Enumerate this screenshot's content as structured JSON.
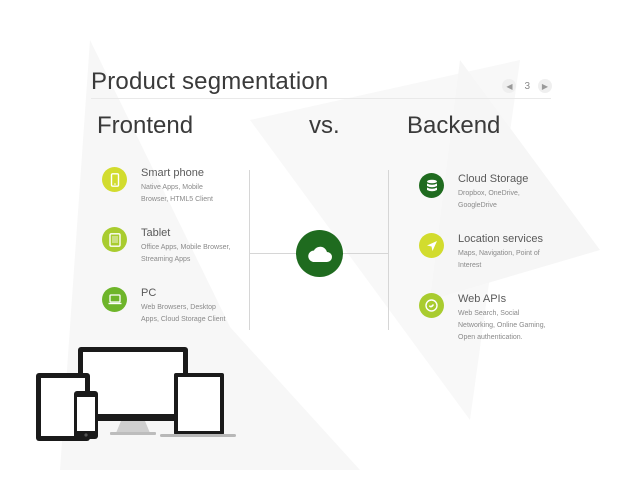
{
  "header": {
    "title": "Product segmentation",
    "page_number": "3",
    "prev_icon": "chevron-left-icon",
    "next_icon": "chevron-right-icon"
  },
  "columns": {
    "frontend": "Frontend",
    "versus": "vs.",
    "backend": "Backend"
  },
  "frontend_items": [
    {
      "title": "Smart phone",
      "desc_line1": "Native Apps, Mobile",
      "desc_line2": "Browser, HTML5 Client",
      "icon": "smartphone-icon",
      "color": "#d2dc2e"
    },
    {
      "title": "Tablet",
      "desc_line1": "Office Apps, Mobile Browser,",
      "desc_line2": "Streaming Apps",
      "icon": "tablet-icon",
      "color": "#a9cc2f"
    },
    {
      "title": "PC",
      "desc_line1": "Web Browsers, Desktop",
      "desc_line2": "Apps, Cloud Storage Client",
      "icon": "laptop-icon",
      "color": "#6eb52a"
    }
  ],
  "backend_items": [
    {
      "title": "Cloud Storage",
      "desc_line1": "Dropbox, OneDrive,",
      "desc_line2": "GoogleDrive",
      "desc_line3": "",
      "icon": "database-icon",
      "color": "#1f6b1f"
    },
    {
      "title": "Location services",
      "desc_line1": "Maps, Navigation, Point of",
      "desc_line2": "Interest",
      "desc_line3": "",
      "icon": "location-arrow-icon",
      "color": "#d2dc2e"
    },
    {
      "title": "Web APIs",
      "desc_line1": "Web Search, Social",
      "desc_line2": "Networking, Online Gaming,",
      "desc_line3": "Open authentication.",
      "icon": "api-icon",
      "color": "#a9cc2f"
    }
  ],
  "center": {
    "icon": "cloud-icon",
    "color": "#1f6b1f"
  },
  "illustration": {
    "name": "devices-illustration"
  }
}
